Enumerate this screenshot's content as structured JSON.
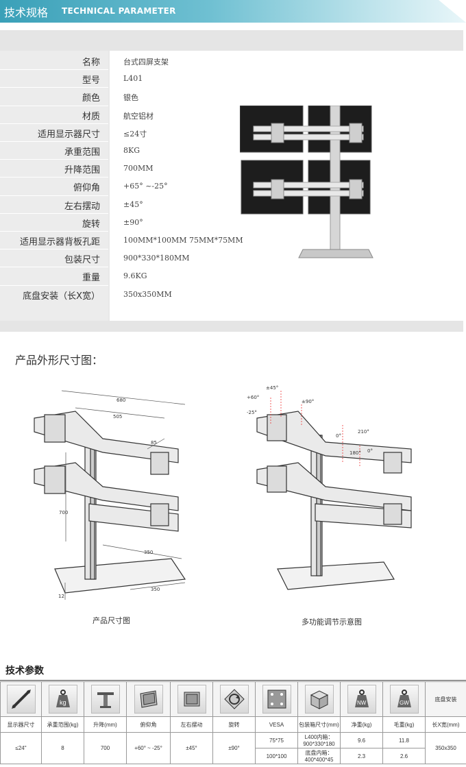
{
  "header": {
    "title_cn": "技术规格",
    "title_en": "TECHNICAL PARAMETER"
  },
  "specs": [
    {
      "label": "名称",
      "value": "台式四屏支架"
    },
    {
      "label": "型号",
      "value": "L401"
    },
    {
      "label": "颜色",
      "value": "银色"
    },
    {
      "label": "材质",
      "value": "航空铝材"
    },
    {
      "label": "适用显示器尺寸",
      "value": "≤24寸"
    },
    {
      "label": "承重范围",
      "value": "8KG"
    },
    {
      "label": "升降范围",
      "value": "700MM"
    },
    {
      "label": "俯仰角",
      "value": "+65° ~-25°"
    },
    {
      "label": "左右摆动",
      "value": "±45°"
    },
    {
      "label": "旋转",
      "value": "±90°"
    },
    {
      "label": "适用显示器背板孔距",
      "value": "100MM*100MM  75MM*75MM"
    },
    {
      "label": "包装尺寸",
      "value": "900*330*180MM"
    },
    {
      "label": "重量",
      "value": "9.6KG"
    },
    {
      "label": "底盘安装（长X宽）",
      "value": "350x350MM"
    }
  ],
  "dimension_section": {
    "title": "产品外形尺寸图：",
    "left_caption": "产品尺寸图",
    "right_caption": "多功能调节示意图",
    "left_dims": {
      "d1": "680",
      "d2": "505",
      "d3": "85",
      "d4": "700",
      "d5": "350",
      "d6": "350",
      "d7": "12"
    },
    "right_angles": {
      "a1": "±45°",
      "a2": "±90°",
      "a3": "+60°",
      "a4": "-25°",
      "a5": "0°",
      "a6": "210°",
      "a7": "180°",
      "a8": "0°"
    }
  },
  "params": {
    "title": "技术参数",
    "icons": {
      "screen": "diagonal-screen-icon",
      "weight": "kg-weight-icon",
      "lift": "lift-pole-icon",
      "tilt": "tilt-icon",
      "swing": "swing-icon",
      "rotate": "rotate-icon",
      "vesa": "vesa-icon",
      "box": "package-box-icon",
      "nw": "net-weight-icon",
      "gw": "gross-weight-icon"
    },
    "nw_text": "NW",
    "gw_text": "GW",
    "kg_text": "kg",
    "base_header": "底盘安装",
    "labels": [
      "显示器尺寸",
      "承重范围(kg)",
      "升降(mm)",
      "俯仰角",
      "左右摆动",
      "旋转",
      "VESA",
      "包装箱尺寸(mm)",
      "净重(kg)",
      "毛重(kg)",
      "长X宽(mm)"
    ],
    "row1": {
      "screen": "≤24\"",
      "weight": "8",
      "lift": "700",
      "tilt": "+60° ~ -25°",
      "swing": "±45°",
      "rotate": "±90°",
      "vesa": "75*75",
      "box": "L400内箱：900*330*180",
      "nw": "9.6",
      "gw": "11.8",
      "base": "350x350"
    },
    "row2": {
      "vesa": "100*100",
      "box": "底盘内箱：400*400*45",
      "nw": "2.3",
      "gw": "2.6"
    }
  }
}
